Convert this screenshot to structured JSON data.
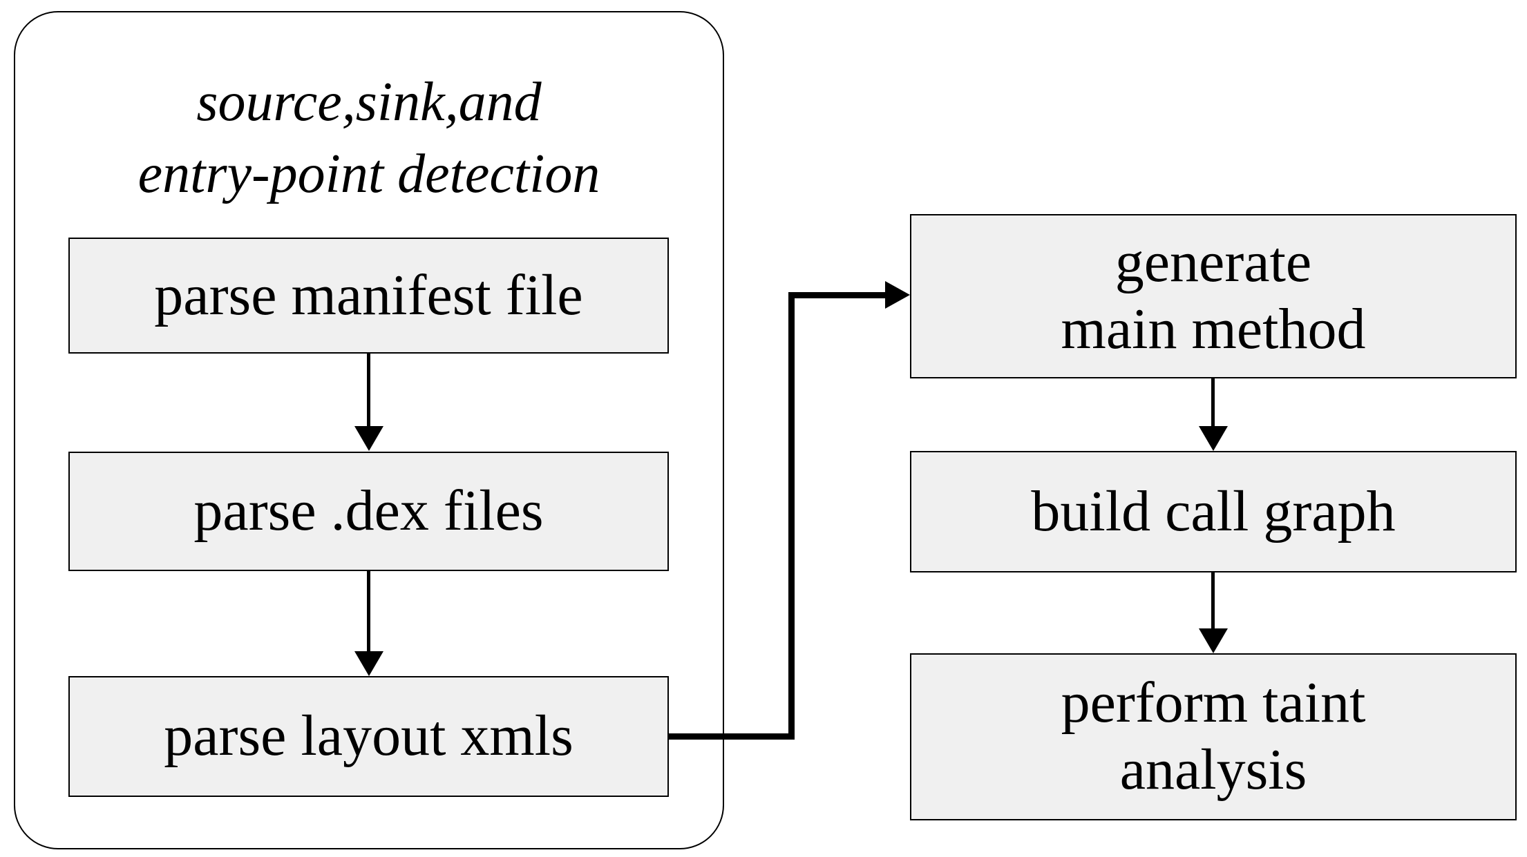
{
  "diagram": {
    "type": "flowchart",
    "background_color": "#ffffff",
    "box_fill_color": "#f0f0f0",
    "stroke_color": "#000000",
    "group": {
      "title_line1": "source,sink,and",
      "title_line2": "entry-point detection"
    },
    "left_boxes": [
      {
        "id": "parse-manifest",
        "lines": [
          "parse manifest file"
        ]
      },
      {
        "id": "parse-dex",
        "lines": [
          "parse .dex files"
        ]
      },
      {
        "id": "parse-layout",
        "lines": [
          "parse layout xmls"
        ]
      }
    ],
    "right_boxes": [
      {
        "id": "generate-main",
        "lines": [
          "generate",
          "main method"
        ]
      },
      {
        "id": "build-callgraph",
        "lines": [
          "build call graph"
        ]
      },
      {
        "id": "perform-taint",
        "lines": [
          "perform taint",
          "analysis"
        ]
      }
    ],
    "edges": [
      {
        "from": "parse-manifest",
        "to": "parse-dex"
      },
      {
        "from": "parse-dex",
        "to": "parse-layout"
      },
      {
        "from": "parse-layout",
        "to": "generate-main"
      },
      {
        "from": "generate-main",
        "to": "build-callgraph"
      },
      {
        "from": "build-callgraph",
        "to": "perform-taint"
      }
    ]
  }
}
